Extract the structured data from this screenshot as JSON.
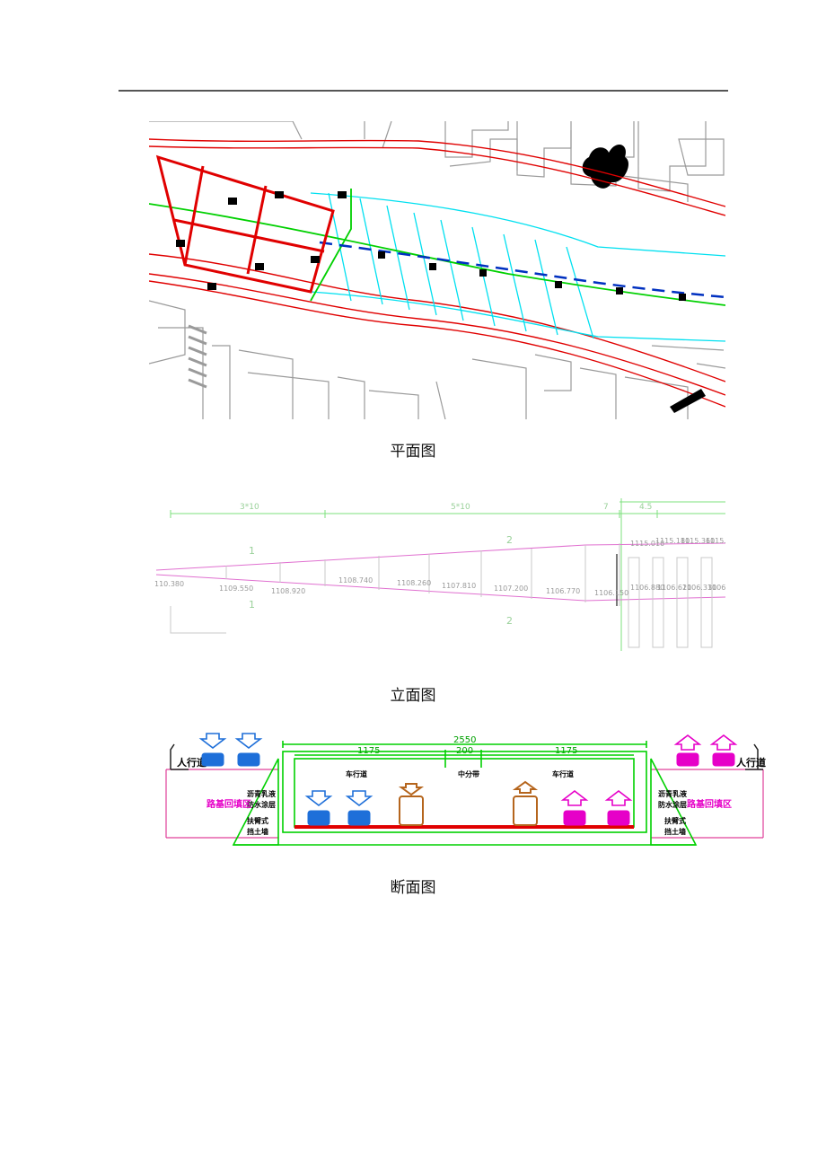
{
  "captions": {
    "plan": "平面图",
    "elevation": "立面图",
    "section": "断面图"
  },
  "elevation": {
    "span_labels": [
      "3*10",
      "5*10",
      "7",
      "4.5"
    ],
    "levels_lower": [
      "110.380",
      "1109.550",
      "1108.920",
      "1108.740",
      "1108.260",
      "1107.810",
      "1107.200",
      "1106.770",
      "1106.150"
    ],
    "levels_upper": [
      "1115.010",
      "1115.180",
      "1115.360",
      "1115.5"
    ],
    "levels_right": [
      "1106.880",
      "1106.620",
      "1106.330",
      "1106.0"
    ],
    "section_marks": [
      "1",
      "1",
      "2",
      "2"
    ]
  },
  "section": {
    "dim_total": "2550",
    "dim_parts": [
      "1175",
      "200",
      "1175"
    ],
    "sidewalk": "人行道",
    "lane": "车行道",
    "median": "中分带",
    "fill_zone": "路基回填区",
    "waterproof": [
      "沥青乳液",
      "防水涂层"
    ],
    "retaining": [
      "扶臂式",
      "挡土墙"
    ],
    "colors": {
      "blue": "#1e6fd9",
      "magenta": "#e600c8",
      "brown": "#b5651d",
      "green": "#00d000",
      "frame": "#e0409a"
    }
  }
}
